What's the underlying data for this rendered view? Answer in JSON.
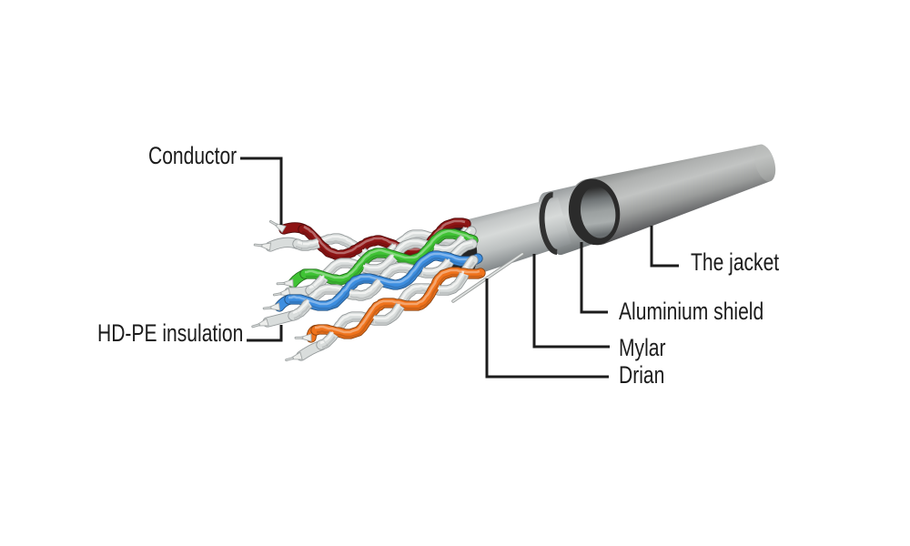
{
  "figure": {
    "type": "cable structure diagram",
    "subject": "FTP twisted-pair network cable, stripped to show internal layers"
  },
  "labels": {
    "conductor": "Conductor",
    "hdpe_insulation": "HD-PE insulation",
    "jacket": "The jacket",
    "aluminium_shield": "Aluminium shield",
    "mylar": "Mylar",
    "drain": "Drian"
  },
  "colors": {
    "background": "#ffffff",
    "label_text": "#1c1c1c",
    "leader_line": "#1c1c1c",
    "pair_brown": "#8e1414",
    "pair_green": "#3fc334",
    "pair_blue": "#3d8ee0",
    "pair_orange": "#f0731c",
    "wire_white": "#d9dddc",
    "cable_gray": "#b5b8b8",
    "cut_ring_dark": "#2c2c2c"
  }
}
